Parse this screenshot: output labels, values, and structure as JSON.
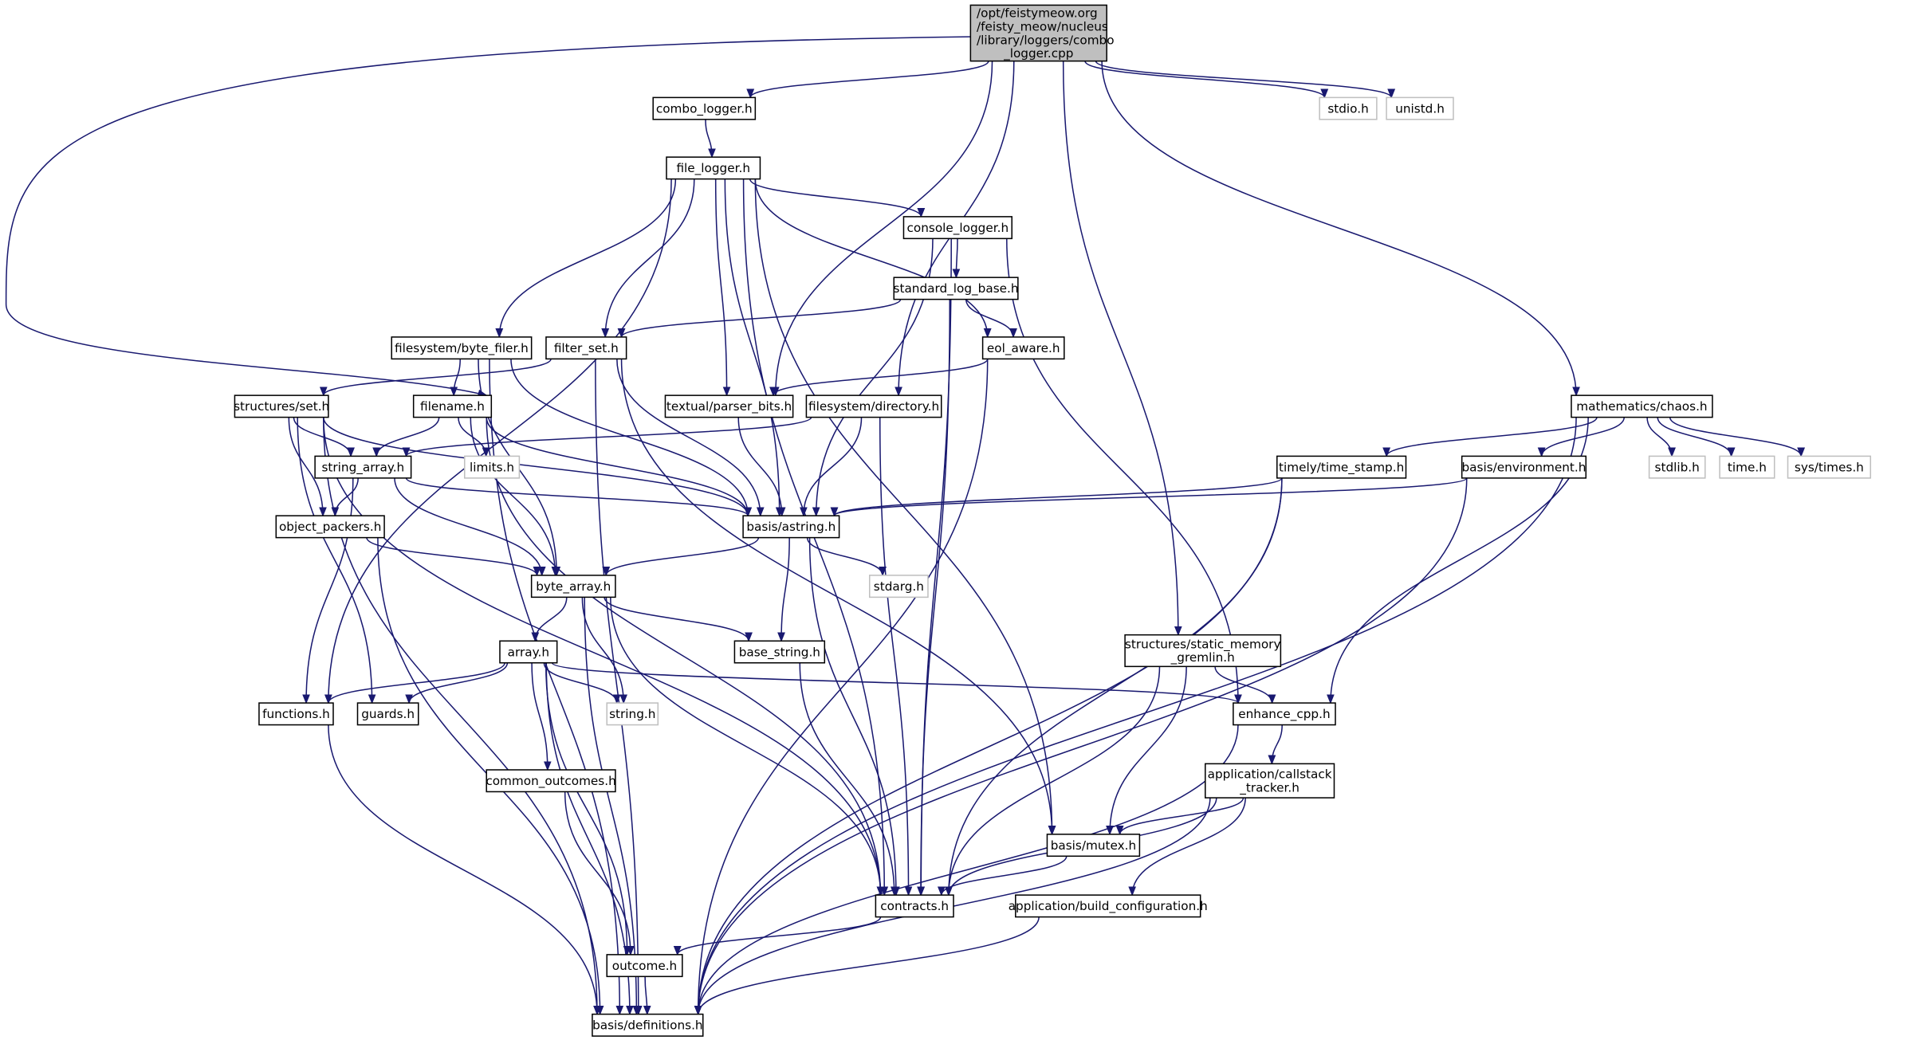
{
  "graph": {
    "edge_color": "#191970",
    "root_fill": "#bfbfbf",
    "external_border": "#bfbfbf",
    "nodes": {
      "root": {
        "label": [
          "/opt/feistymeow.org",
          "/feisty_meow/nucleus",
          "/library/loggers/combo",
          "_logger.cpp"
        ],
        "kind": "root"
      },
      "combo_logger": {
        "label": [
          "combo_logger.h"
        ]
      },
      "stdio": {
        "label": [
          "stdio.h"
        ],
        "kind": "ext"
      },
      "unistd": {
        "label": [
          "unistd.h"
        ],
        "kind": "ext"
      },
      "file_logger": {
        "label": [
          "file_logger.h"
        ]
      },
      "console_logger": {
        "label": [
          "console_logger.h"
        ]
      },
      "standard_log_base": {
        "label": [
          "standard_log_base.h"
        ]
      },
      "byte_filer": {
        "label": [
          "filesystem/byte_filer.h"
        ]
      },
      "filter_set": {
        "label": [
          "filter_set.h"
        ]
      },
      "eol_aware": {
        "label": [
          "eol_aware.h"
        ]
      },
      "parser_bits": {
        "label": [
          "textual/parser_bits.h"
        ]
      },
      "directory": {
        "label": [
          "filesystem/directory.h"
        ]
      },
      "chaos": {
        "label": [
          "mathematics/chaos.h"
        ]
      },
      "set": {
        "label": [
          "structures/set.h"
        ]
      },
      "filename": {
        "label": [
          "filename.h"
        ]
      },
      "string_array": {
        "label": [
          "string_array.h"
        ]
      },
      "limits": {
        "label": [
          "limits.h"
        ],
        "kind": "ext"
      },
      "time_stamp": {
        "label": [
          "timely/time_stamp.h"
        ]
      },
      "environment": {
        "label": [
          "basis/environment.h"
        ]
      },
      "stdlib": {
        "label": [
          "stdlib.h"
        ],
        "kind": "ext"
      },
      "time": {
        "label": [
          "time.h"
        ],
        "kind": "ext"
      },
      "sys_times": {
        "label": [
          "sys/times.h"
        ],
        "kind": "ext"
      },
      "object_packers": {
        "label": [
          "object_packers.h"
        ]
      },
      "astring": {
        "label": [
          "basis/astring.h"
        ]
      },
      "byte_array": {
        "label": [
          "byte_array.h"
        ]
      },
      "stdarg": {
        "label": [
          "stdarg.h"
        ],
        "kind": "ext"
      },
      "gremlin": {
        "label": [
          "structures/static_memory",
          "_gremlin.h"
        ]
      },
      "array": {
        "label": [
          "array.h"
        ]
      },
      "base_string": {
        "label": [
          "base_string.h"
        ]
      },
      "string": {
        "label": [
          "string.h"
        ],
        "kind": "ext"
      },
      "functions": {
        "label": [
          "functions.h"
        ]
      },
      "guards": {
        "label": [
          "guards.h"
        ]
      },
      "enhance_cpp": {
        "label": [
          "enhance_cpp.h"
        ]
      },
      "callstack": {
        "label": [
          "application/callstack",
          "_tracker.h"
        ]
      },
      "common_outcomes": {
        "label": [
          "common_outcomes.h"
        ]
      },
      "mutex": {
        "label": [
          "basis/mutex.h"
        ]
      },
      "contracts": {
        "label": [
          "contracts.h"
        ]
      },
      "build_config": {
        "label": [
          "application/build_configuration.h"
        ]
      },
      "outcome": {
        "label": [
          "outcome.h"
        ]
      },
      "definitions": {
        "label": [
          "basis/definitions.h"
        ]
      }
    },
    "edges": [
      [
        "root",
        "combo_logger"
      ],
      [
        "root",
        "stdio"
      ],
      [
        "root",
        "unistd"
      ],
      [
        "root",
        "filename"
      ],
      [
        "root",
        "parser_bits"
      ],
      [
        "root",
        "directory"
      ],
      [
        "root",
        "chaos"
      ],
      [
        "root",
        "gremlin"
      ],
      [
        "combo_logger",
        "file_logger"
      ],
      [
        "file_logger",
        "console_logger"
      ],
      [
        "file_logger",
        "byte_filer"
      ],
      [
        "file_logger",
        "filter_set"
      ],
      [
        "file_logger",
        "parser_bits"
      ],
      [
        "file_logger",
        "astring"
      ],
      [
        "file_logger",
        "eol_aware"
      ],
      [
        "file_logger",
        "contracts"
      ],
      [
        "file_logger",
        "mutex"
      ],
      [
        "file_logger",
        "functions"
      ],
      [
        "console_logger",
        "standard_log_base"
      ],
      [
        "console_logger",
        "astring"
      ],
      [
        "console_logger",
        "contracts"
      ],
      [
        "console_logger",
        "enhance_cpp"
      ],
      [
        "standard_log_base",
        "filter_set"
      ],
      [
        "standard_log_base",
        "eol_aware"
      ],
      [
        "standard_log_base",
        "contracts"
      ],
      [
        "byte_filer",
        "filename"
      ],
      [
        "byte_filer",
        "byte_array"
      ],
      [
        "byte_filer",
        "astring"
      ],
      [
        "byte_filer",
        "definitions"
      ],
      [
        "filter_set",
        "set"
      ],
      [
        "filter_set",
        "astring"
      ],
      [
        "filter_set",
        "mutex"
      ],
      [
        "filter_set",
        "definitions"
      ],
      [
        "eol_aware",
        "parser_bits"
      ],
      [
        "eol_aware",
        "definitions"
      ],
      [
        "parser_bits",
        "astring"
      ],
      [
        "directory",
        "string_array"
      ],
      [
        "directory",
        "astring"
      ],
      [
        "directory",
        "contracts"
      ],
      [
        "chaos",
        "time_stamp"
      ],
      [
        "chaos",
        "environment"
      ],
      [
        "chaos",
        "stdlib"
      ],
      [
        "chaos",
        "time"
      ],
      [
        "chaos",
        "sys_times"
      ],
      [
        "chaos",
        "enhance_cpp"
      ],
      [
        "chaos",
        "definitions"
      ],
      [
        "set",
        "string_array"
      ],
      [
        "set",
        "object_packers"
      ],
      [
        "set",
        "astring"
      ],
      [
        "set",
        "guards"
      ],
      [
        "set",
        "contracts"
      ],
      [
        "set",
        "definitions"
      ],
      [
        "filename",
        "string_array"
      ],
      [
        "filename",
        "limits"
      ],
      [
        "filename",
        "astring"
      ],
      [
        "filename",
        "byte_array"
      ],
      [
        "filename",
        "contracts"
      ],
      [
        "string_array",
        "object_packers"
      ],
      [
        "string_array",
        "astring"
      ],
      [
        "string_array",
        "byte_array"
      ],
      [
        "string_array",
        "functions"
      ],
      [
        "time_stamp",
        "astring"
      ],
      [
        "time_stamp",
        "contracts"
      ],
      [
        "time_stamp",
        "definitions"
      ],
      [
        "environment",
        "astring"
      ],
      [
        "environment",
        "definitions"
      ],
      [
        "object_packers",
        "byte_array"
      ],
      [
        "object_packers",
        "definitions"
      ],
      [
        "astring",
        "byte_array"
      ],
      [
        "astring",
        "stdarg"
      ],
      [
        "astring",
        "base_string"
      ],
      [
        "astring",
        "contracts"
      ],
      [
        "byte_array",
        "array"
      ],
      [
        "byte_array",
        "base_string"
      ],
      [
        "byte_array",
        "string"
      ],
      [
        "byte_array",
        "contracts"
      ],
      [
        "byte_array",
        "definitions"
      ],
      [
        "gremlin",
        "enhance_cpp"
      ],
      [
        "gremlin",
        "mutex"
      ],
      [
        "gremlin",
        "contracts"
      ],
      [
        "array",
        "functions"
      ],
      [
        "array",
        "guards"
      ],
      [
        "array",
        "string"
      ],
      [
        "array",
        "enhance_cpp"
      ],
      [
        "array",
        "common_outcomes"
      ],
      [
        "array",
        "outcome"
      ],
      [
        "array",
        "definitions"
      ],
      [
        "base_string",
        "contracts"
      ],
      [
        "functions",
        "definitions"
      ],
      [
        "enhance_cpp",
        "callstack"
      ],
      [
        "enhance_cpp",
        "definitions"
      ],
      [
        "callstack",
        "mutex"
      ],
      [
        "callstack",
        "contracts"
      ],
      [
        "callstack",
        "build_config"
      ],
      [
        "callstack",
        "definitions"
      ],
      [
        "common_outcomes",
        "outcome"
      ],
      [
        "mutex",
        "contracts"
      ],
      [
        "contracts",
        "outcome"
      ],
      [
        "build_config",
        "definitions"
      ],
      [
        "outcome",
        "definitions"
      ]
    ]
  }
}
